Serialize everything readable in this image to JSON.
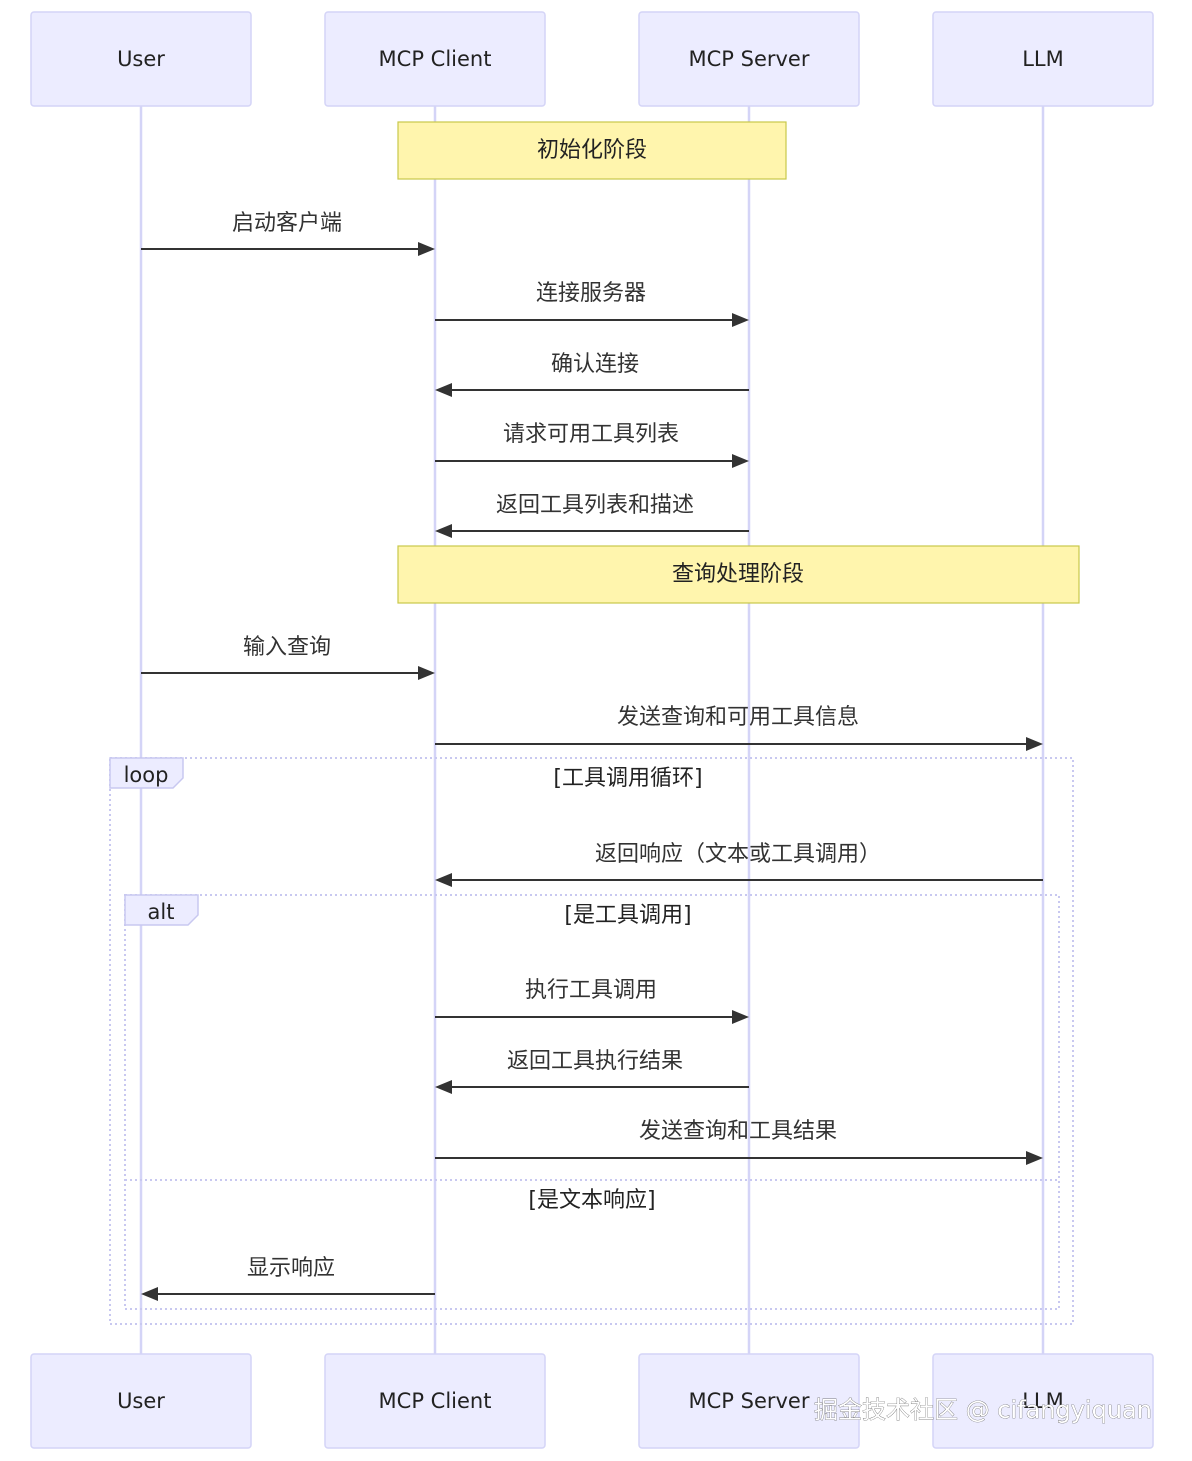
{
  "participants": [
    {
      "label": "User"
    },
    {
      "label": "MCP Client"
    },
    {
      "label": "MCP Server"
    },
    {
      "label": "LLM"
    }
  ],
  "notes": [
    {
      "text": "初始化阶段",
      "over": [
        1,
        2
      ]
    },
    {
      "text": "查询处理阶段",
      "over": [
        1,
        3
      ]
    }
  ],
  "messages": [
    {
      "text": "启动客户端",
      "from": 0,
      "to": 1
    },
    {
      "text": "连接服务器",
      "from": 1,
      "to": 2
    },
    {
      "text": "确认连接",
      "from": 2,
      "to": 1
    },
    {
      "text": "请求可用工具列表",
      "from": 1,
      "to": 2
    },
    {
      "text": "返回工具列表和描述",
      "from": 2,
      "to": 1
    },
    {
      "text": "输入查询",
      "from": 0,
      "to": 1
    },
    {
      "text": "发送查询和可用工具信息",
      "from": 1,
      "to": 3
    },
    {
      "text": "返回响应（文本或工具调用）",
      "from": 3,
      "to": 1
    },
    {
      "text": "执行工具调用",
      "from": 1,
      "to": 2
    },
    {
      "text": "返回工具执行结果",
      "from": 2,
      "to": 1
    },
    {
      "text": "发送查询和工具结果",
      "from": 1,
      "to": 3
    },
    {
      "text": "显示响应",
      "from": 1,
      "to": 0
    }
  ],
  "loop": {
    "keyword": "loop",
    "condition": "[工具调用循环]"
  },
  "alt": {
    "keyword": "alt",
    "condition": "[是工具调用]",
    "else_condition": "[是文本响应]"
  },
  "watermark": "掘金技术社区 @ cifangyiquan"
}
